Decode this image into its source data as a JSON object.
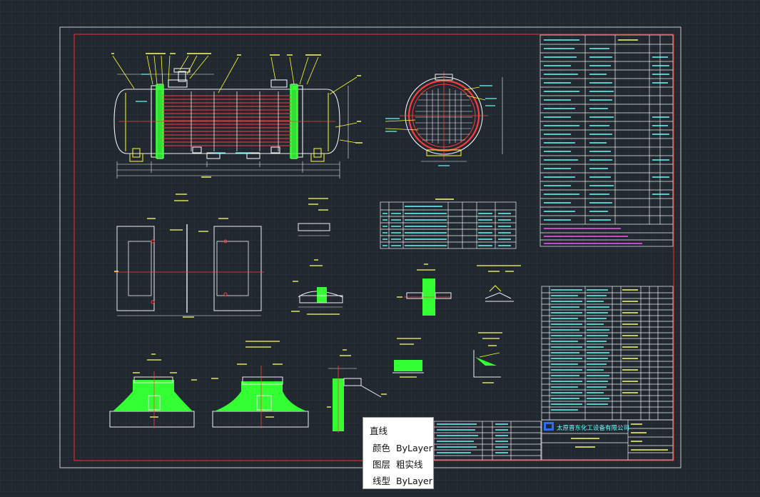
{
  "app": {
    "name": "CAD drawing viewer"
  },
  "colors": {
    "background": "#212830",
    "grid": "#2c343d",
    "frame": "#c8c8c8",
    "border_red": "#e0242b",
    "line_white": "#f0f0f0",
    "line_yellow": "#ffff33",
    "line_red": "#ff3b3b",
    "fill_green": "#33ff33",
    "text_cyan": "#66ffff",
    "text_yellow": "#ffff66",
    "text_magenta": "#ff55ff"
  },
  "title_block": {
    "company": "太原晋东化工设备有限公司"
  },
  "tooltip": {
    "title": "直线",
    "rows": [
      {
        "label": "颜色",
        "value": "ByLayer"
      },
      {
        "label": "图层",
        "value": "粗实线"
      },
      {
        "label": "线型",
        "value": "ByLayer"
      }
    ]
  }
}
